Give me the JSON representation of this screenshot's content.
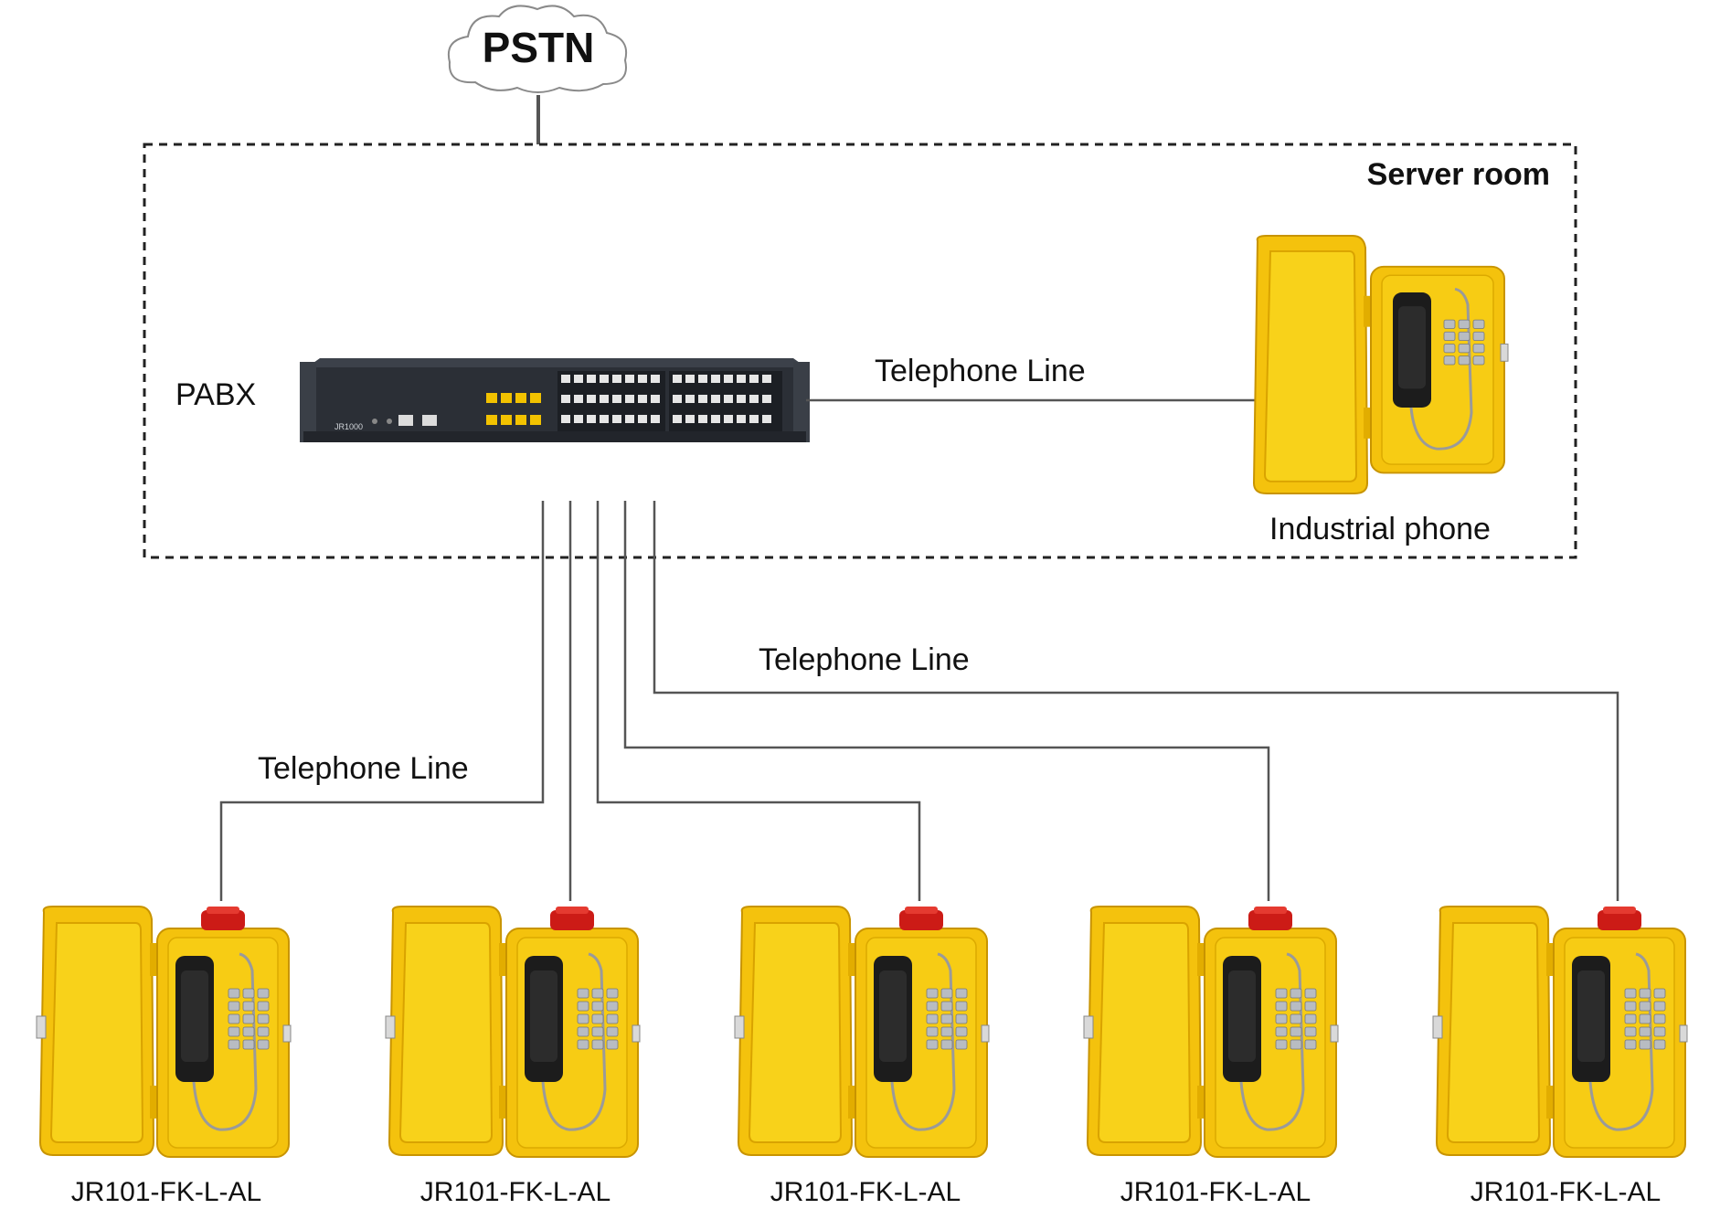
{
  "cloud": {
    "label": "PSTN"
  },
  "server_room": {
    "label": "Server room"
  },
  "pabx": {
    "label": "PABX",
    "model": "JR1000"
  },
  "industrial_phone": {
    "label": "Industrial phone"
  },
  "lines": {
    "to_industrial_phone": "Telephone Line",
    "upper_branch": "Telephone Line",
    "left_branch": "Telephone Line"
  },
  "phones": [
    {
      "label": "JR101-FK-L-AL"
    },
    {
      "label": "JR101-FK-L-AL"
    },
    {
      "label": "JR101-FK-L-AL"
    },
    {
      "label": "JR101-FK-L-AL"
    },
    {
      "label": "JR101-FK-L-AL"
    }
  ],
  "colors": {
    "phone_body": "#f4c20d",
    "phone_shade": "#d9a300",
    "beacon": "#cc1b16",
    "handset": "#1c1c1c",
    "pabx_body": "#2b2f36",
    "port_yellow": "#f2c200",
    "line": "#555555"
  }
}
